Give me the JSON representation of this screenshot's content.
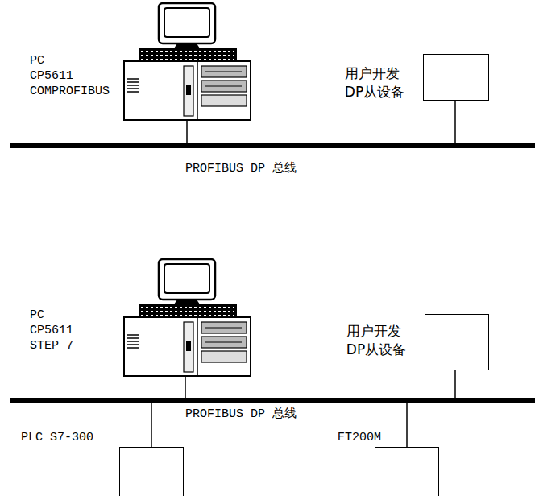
{
  "diagram": {
    "nodes": [
      {
        "text": [
          "PC CP5611 COMPROFIBUS"
        ]
      },
      {
        "text": [
          "用户开发 DP从设备"
        ]
      },
      {
        "text": [
          "PROFIBUS DP 总线"
        ]
      },
      {
        "text": [
          "PC CP5611 STEP 7"
        ]
      },
      {
        "text": [
          "用户开发 DP从设备"
        ]
      },
      {
        "text": [
          "PROFIBUS DP 总线"
        ]
      },
      {
        "text": [
          "PLC S7-300"
        ]
      },
      {
        "text": [
          "ET200M"
        ]
      }
    ],
    "edges": [
      {
        "from": 0,
        "to": 2,
        "arrow": "none"
      },
      {
        "from": 1,
        "to": 2,
        "arrow": "none"
      },
      {
        "from": 3,
        "to": 5,
        "arrow": "none"
      },
      {
        "from": 4,
        "to": 5,
        "arrow": "none"
      },
      {
        "from": 5,
        "to": 6,
        "arrow": "none"
      },
      {
        "from": 5,
        "to": 7,
        "arrow": "none"
      }
    ]
  }
}
